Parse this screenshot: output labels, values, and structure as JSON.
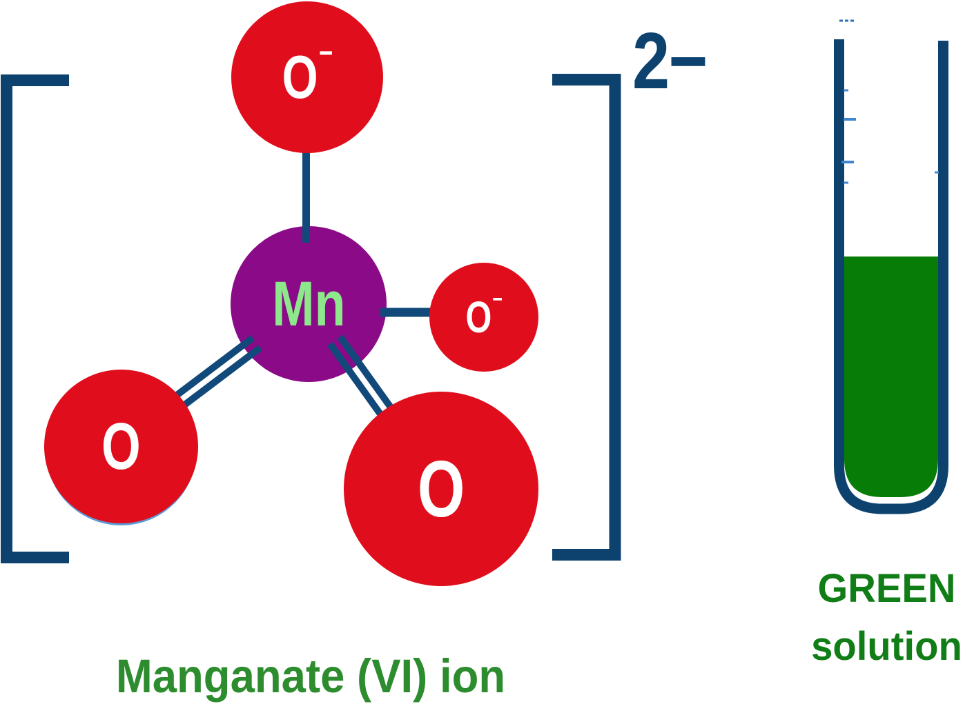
{
  "molecule": {
    "name": "Manganate (VI) ion",
    "bracket_charge": "2−",
    "atoms": {
      "mn": {
        "symbol": "Mn",
        "charge": ""
      },
      "o_top": {
        "symbol": "O",
        "charge": "−"
      },
      "o_right": {
        "symbol": "O",
        "charge": "−"
      },
      "o_bottom_left": {
        "symbol": "O",
        "charge": ""
      },
      "o_bottom_right": {
        "symbol": "O",
        "charge": ""
      }
    },
    "bonds": [
      {
        "from": "Mn",
        "to": "O top",
        "type": "single"
      },
      {
        "from": "Mn",
        "to": "O right",
        "type": "single"
      },
      {
        "from": "Mn",
        "to": "O bottom-left",
        "type": "double"
      },
      {
        "from": "Mn",
        "to": "O bottom-right",
        "type": "double"
      }
    ]
  },
  "caption": "Manganate (VI) ion",
  "test_tube": {
    "solution_color_name": "GREEN",
    "label_line1": "GREEN",
    "label_line2": "solution"
  },
  "colors": {
    "oxygen_red": "#e00d1d",
    "manganese_purple": "#8a0a88",
    "mn_text_green": "#8de88b",
    "bond_blue": "#11497a",
    "bracket_navy": "#0d426f",
    "solution_green": "#077c07",
    "caption_green": "#2d8c2d",
    "tube_label_green": "#117d17",
    "atom_text_white": "#ffffff"
  }
}
